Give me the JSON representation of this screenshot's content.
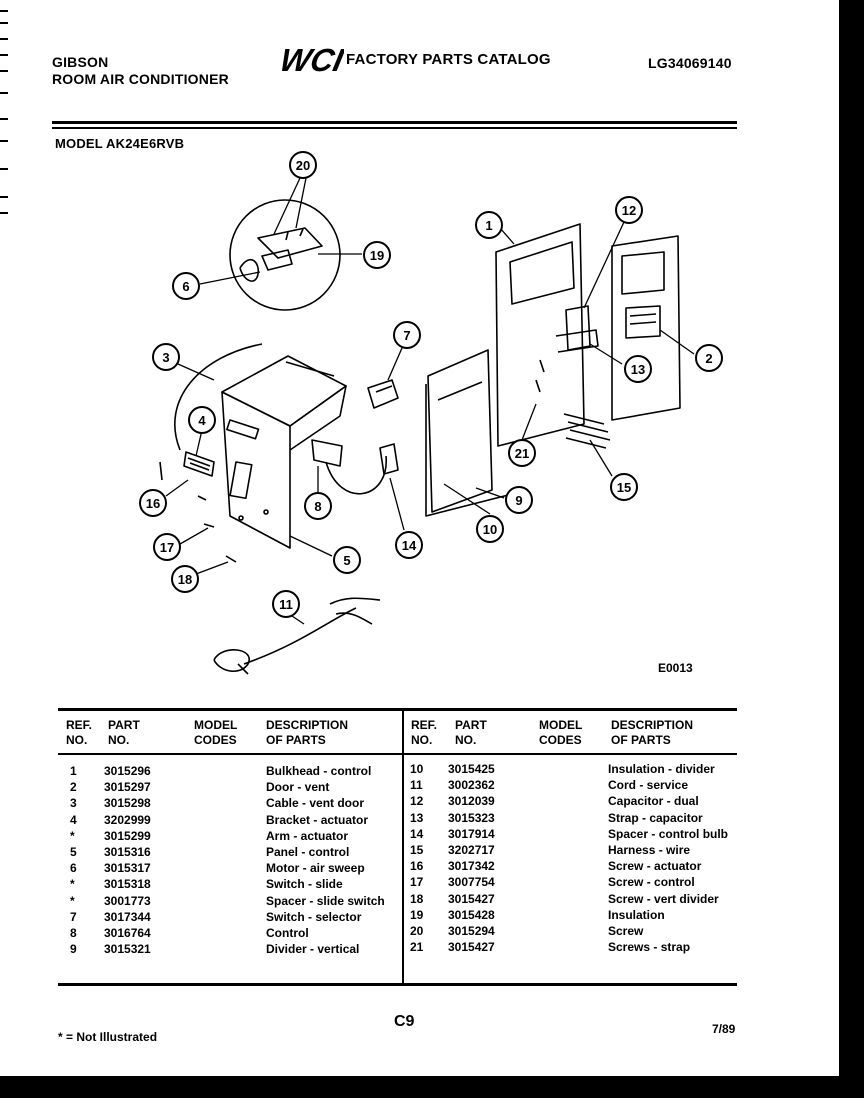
{
  "header": {
    "brand": "GIBSON",
    "product": "ROOM AIR CONDITIONER",
    "logo_text": "WCI",
    "catalog_title": "FACTORY PARTS CATALOG",
    "catalog_number": "LG34069140",
    "model_line": "MODEL AK24E6RVB"
  },
  "diagram": {
    "figure_ref": "E0013",
    "callouts": [
      "1",
      "2",
      "3",
      "4",
      "5",
      "6",
      "7",
      "8",
      "9",
      "10",
      "11",
      "12",
      "13",
      "14",
      "15",
      "16",
      "17",
      "18",
      "19",
      "20",
      "21"
    ]
  },
  "table": {
    "headers": {
      "ref": [
        "REF.",
        "NO."
      ],
      "part": [
        "PART",
        "NO."
      ],
      "model": [
        "MODEL",
        "CODES"
      ],
      "desc": [
        "DESCRIPTION",
        "OF PARTS"
      ]
    },
    "left_rows": [
      {
        "ref": "1",
        "part": "3015296",
        "model": "",
        "desc": "Bulkhead - control"
      },
      {
        "ref": "2",
        "part": "3015297",
        "model": "",
        "desc": "Door - vent"
      },
      {
        "ref": "3",
        "part": "3015298",
        "model": "",
        "desc": "Cable - vent door"
      },
      {
        "ref": "4",
        "part": "3202999",
        "model": "",
        "desc": "Bracket - actuator"
      },
      {
        "ref": "*",
        "part": "3015299",
        "model": "",
        "desc": "Arm - actuator"
      },
      {
        "ref": "5",
        "part": "3015316",
        "model": "",
        "desc": "Panel - control"
      },
      {
        "ref": "6",
        "part": "3015317",
        "model": "",
        "desc": "Motor - air sweep"
      },
      {
        "ref": "*",
        "part": "3015318",
        "model": "",
        "desc": "Switch - slide"
      },
      {
        "ref": "*",
        "part": "3001773",
        "model": "",
        "desc": "Spacer - slide switch"
      },
      {
        "ref": "7",
        "part": "3017344",
        "model": "",
        "desc": "Switch - selector"
      },
      {
        "ref": "8",
        "part": "3016764",
        "model": "",
        "desc": "Control"
      },
      {
        "ref": "9",
        "part": "3015321",
        "model": "",
        "desc": "Divider - vertical"
      }
    ],
    "right_rows": [
      {
        "ref": "10",
        "part": "3015425",
        "model": "",
        "desc": "Insulation - divider"
      },
      {
        "ref": "11",
        "part": "3002362",
        "model": "",
        "desc": "Cord - service"
      },
      {
        "ref": "12",
        "part": "3012039",
        "model": "",
        "desc": "Capacitor - dual"
      },
      {
        "ref": "13",
        "part": "3015323",
        "model": "",
        "desc": "Strap - capacitor"
      },
      {
        "ref": "14",
        "part": "3017914",
        "model": "",
        "desc": "Spacer - control bulb"
      },
      {
        "ref": "15",
        "part": "3202717",
        "model": "",
        "desc": "Harness - wire"
      },
      {
        "ref": "16",
        "part": "3017342",
        "model": "",
        "desc": "Screw - actuator"
      },
      {
        "ref": "17",
        "part": "3007754",
        "model": "",
        "desc": "Screw - control"
      },
      {
        "ref": "18",
        "part": "3015427",
        "model": "",
        "desc": "Screw - vert divider"
      },
      {
        "ref": "19",
        "part": "3015428",
        "model": "",
        "desc": "Insulation"
      },
      {
        "ref": "20",
        "part": "3015294",
        "model": "",
        "desc": "Screw"
      },
      {
        "ref": "21",
        "part": "3015427",
        "model": "",
        "desc": "Screws - strap"
      }
    ]
  },
  "footer": {
    "footnote": "* = Not Illustrated",
    "page_code": "C9",
    "date": "7/89"
  }
}
